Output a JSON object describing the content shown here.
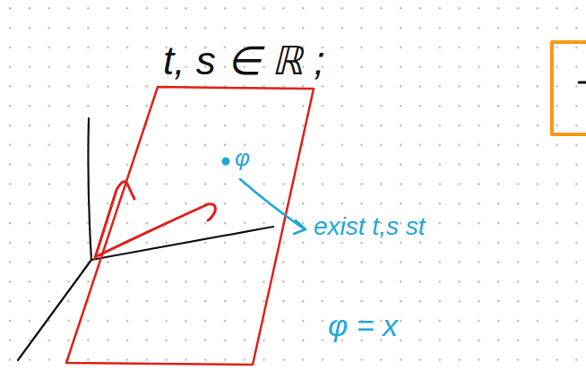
{
  "diagram": {
    "labels": [
      "t, s ∈ ℝ ;",
      "φ",
      "exist t,s st",
      "φ = x"
    ]
  }
}
